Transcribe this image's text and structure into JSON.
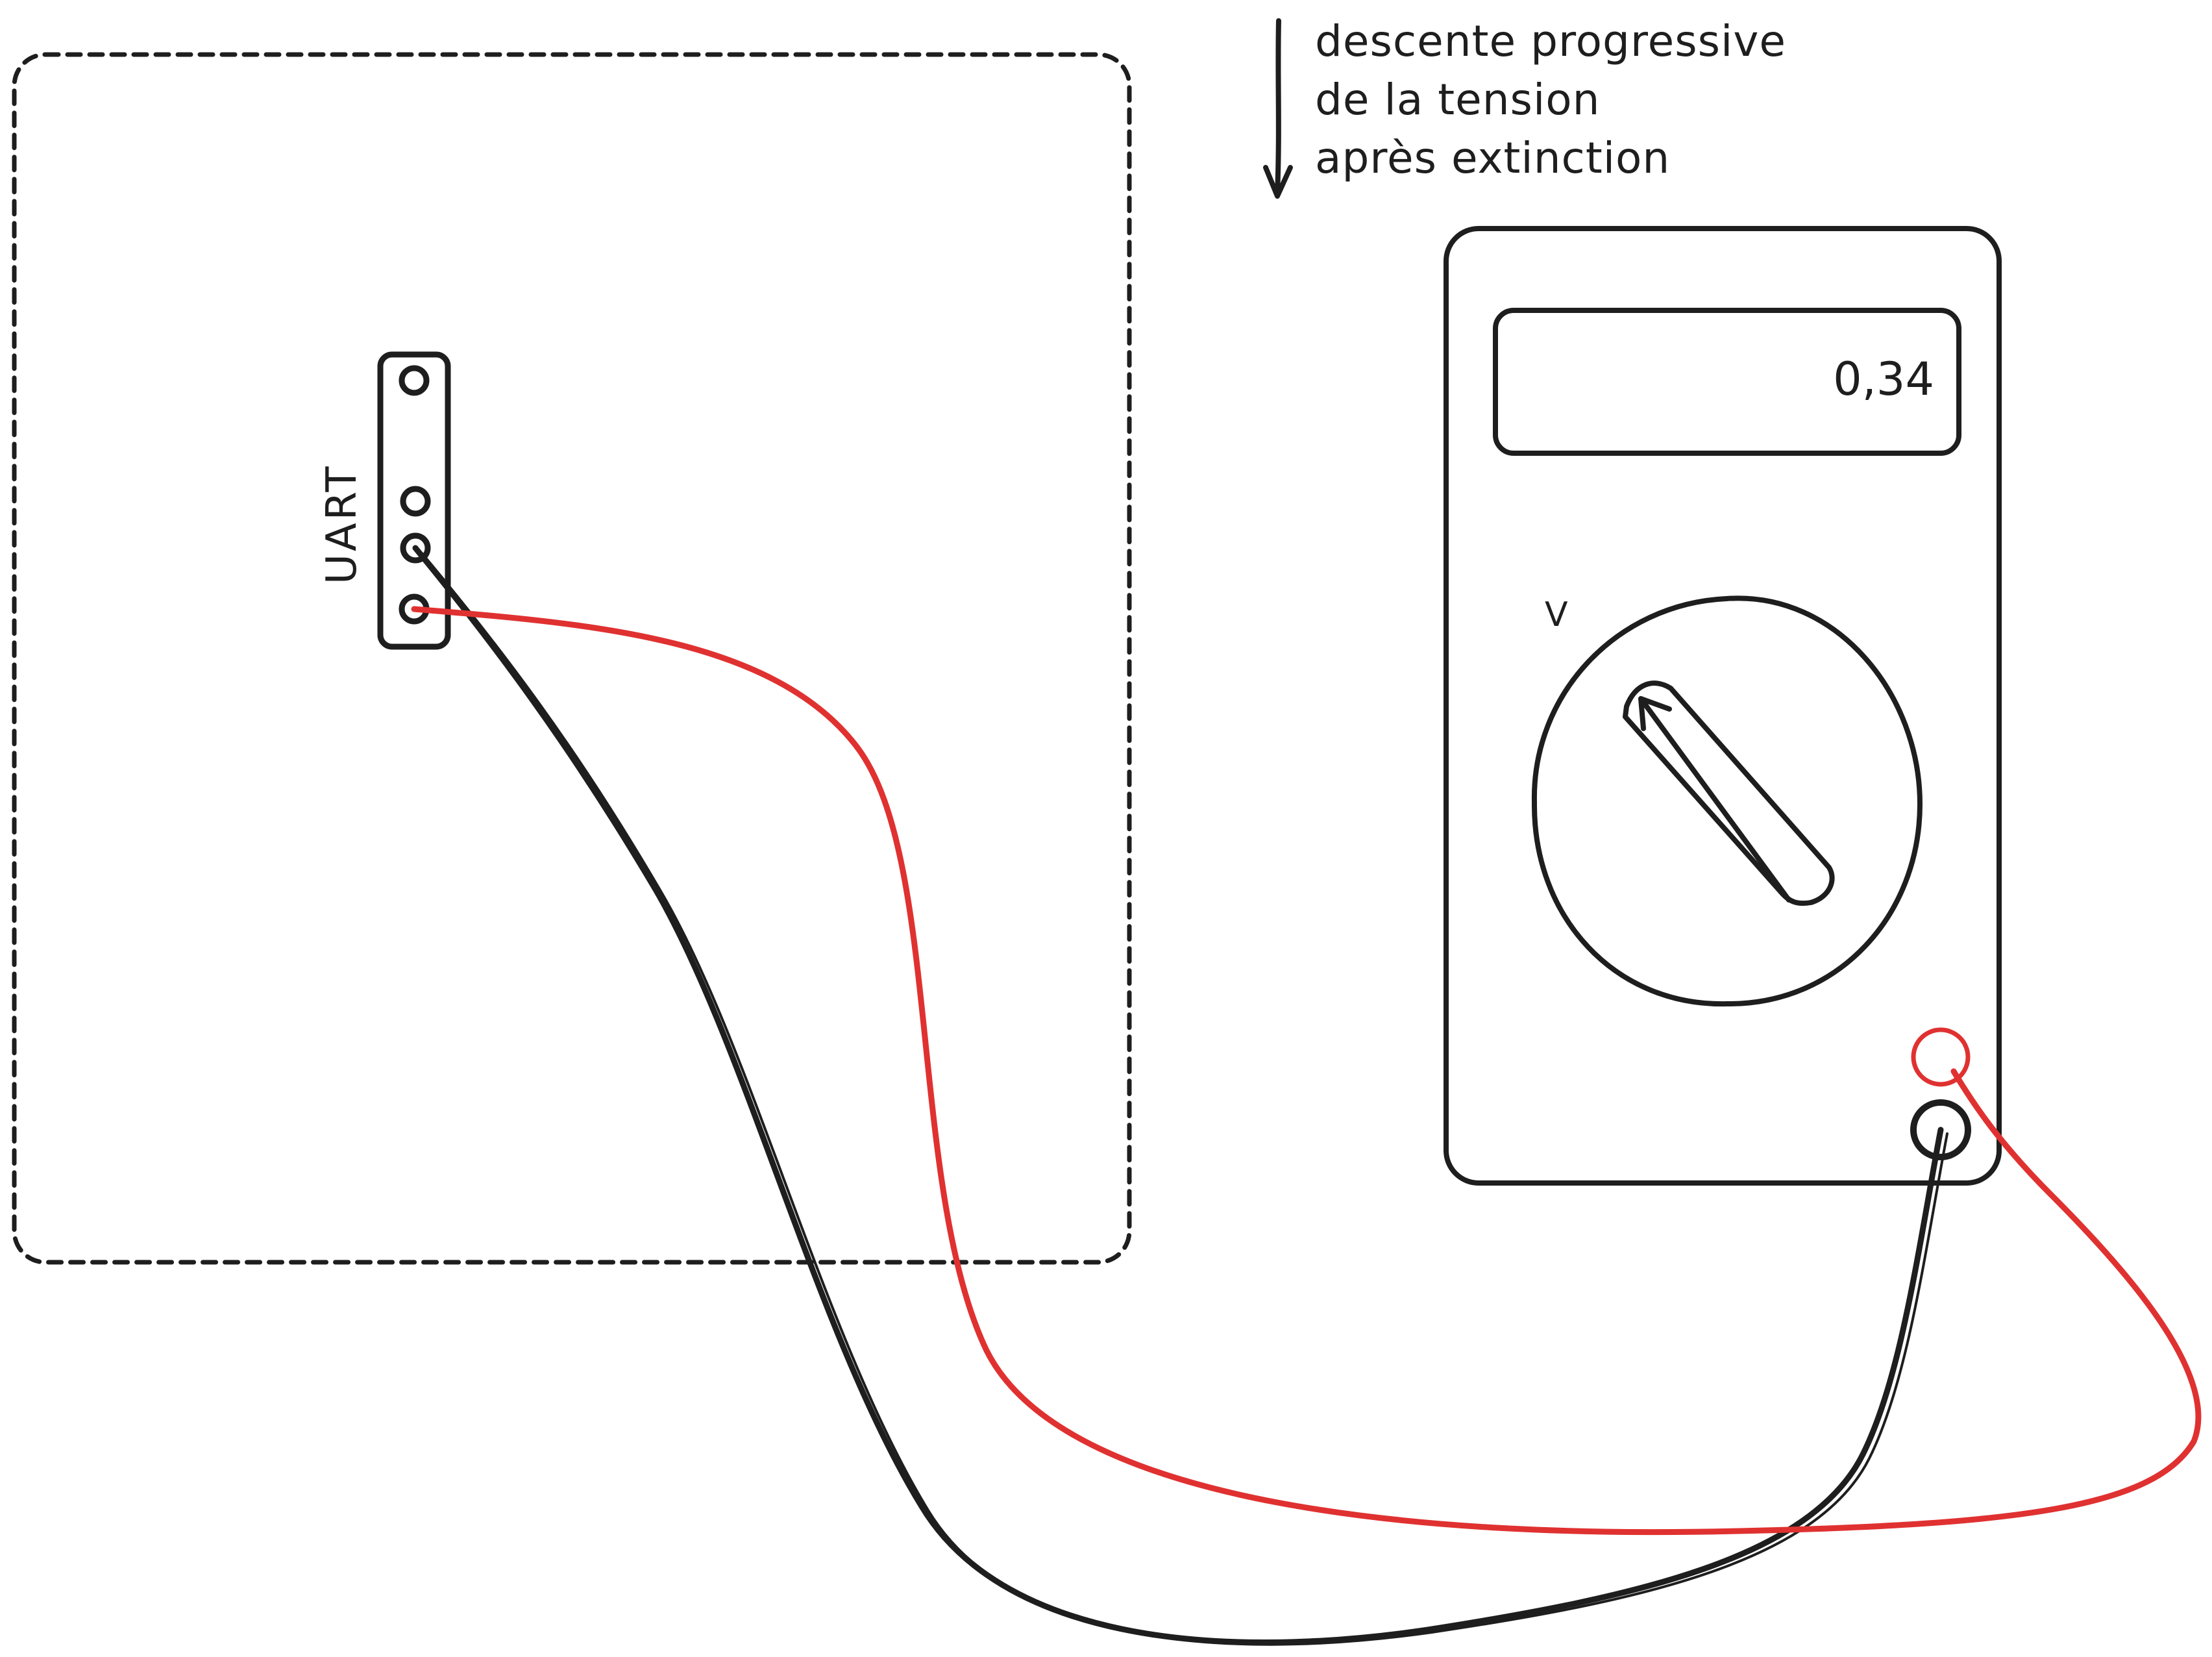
{
  "annotation": {
    "lines": [
      "descente progressive",
      "de la tension",
      "après extinction"
    ]
  },
  "connector": {
    "label": "UART",
    "pin_count": 4
  },
  "multimeter": {
    "display_value": "0,34",
    "mode_label": "V"
  },
  "colors": {
    "ink": "#1e1e1e",
    "positive_lead": "#e03131",
    "ground_lead": "#1e1e1e",
    "background": "#ffffff"
  }
}
